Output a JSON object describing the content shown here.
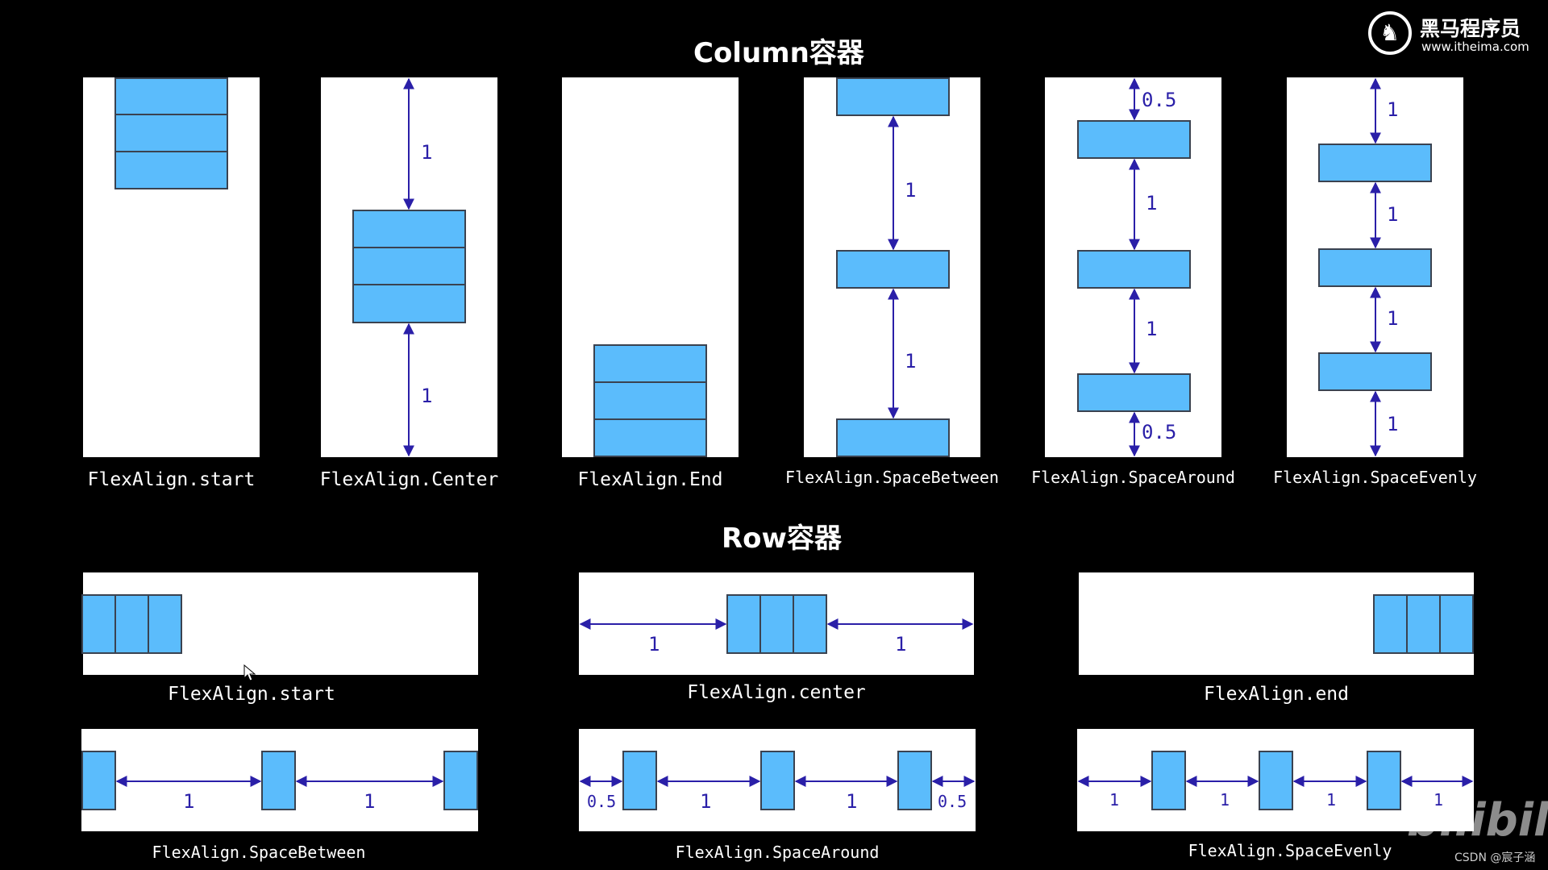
{
  "logo": {
    "name": "黑马程序员",
    "url": "www.itheima.com",
    "icon": "horse-head-icon"
  },
  "column_section": {
    "title": "Column容器",
    "captions": [
      "FlexAlign.start",
      "FlexAlign.Center",
      "FlexAlign.End",
      "FlexAlign.SpaceBetween",
      "FlexAlign.SpaceAround",
      "FlexAlign.SpaceEvenly"
    ],
    "center_gaps": [
      "1",
      "1"
    ],
    "space_between_gaps": [
      "1",
      "1"
    ],
    "space_around_gaps": [
      "0.5",
      "1",
      "1",
      "0.5"
    ],
    "space_evenly_gaps": [
      "1",
      "1",
      "1",
      "1"
    ]
  },
  "row_section": {
    "title": "Row容器",
    "captions": [
      "FlexAlign.start",
      "FlexAlign.center",
      "FlexAlign.end",
      "FlexAlign.SpaceBetween",
      "FlexAlign.SpaceAround",
      "FlexAlign.SpaceEvenly"
    ],
    "center_gaps": [
      "1",
      "1"
    ],
    "space_between_gaps": [
      "1",
      "1"
    ],
    "space_around_gaps": [
      "0.5",
      "1",
      "1",
      "0.5"
    ],
    "space_evenly_gaps": [
      "1",
      "1",
      "1",
      "1"
    ]
  },
  "watermark": {
    "platform": "bilibili",
    "credit": "CSDN @宸子涵"
  },
  "colors": {
    "block_fill": "#5bbcfc",
    "arrow": "#2a1fa8",
    "background": "#000000"
  }
}
